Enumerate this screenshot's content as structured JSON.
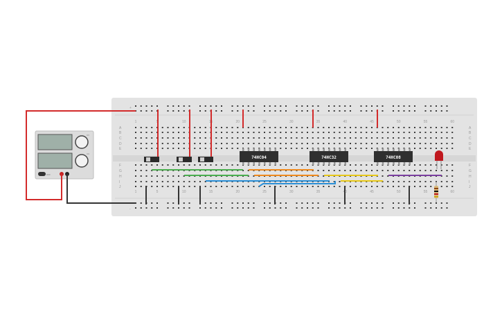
{
  "chips": [
    {
      "label": "74HC04"
    },
    {
      "label": "74HC32"
    },
    {
      "label": "74HC08"
    }
  ],
  "column_numbers": [
    "1",
    "5",
    "10",
    "15",
    "20",
    "25",
    "30",
    "35",
    "40",
    "45",
    "50",
    "55",
    "60"
  ],
  "row_letters_top": [
    "A",
    "B",
    "C",
    "D",
    "E"
  ],
  "row_letters_bottom": [
    "F",
    "G",
    "H",
    "I",
    "J"
  ],
  "rail_signs": {
    "plus": "+",
    "minus": "-"
  },
  "power_supply": {
    "knob_labels": [
      "CV",
      "CC"
    ],
    "button_label": "OFF"
  },
  "wire_colors": {
    "power": "#d32a2a",
    "ground": "#333333",
    "green": "#4caf50",
    "orange": "#ef8a1e",
    "blue": "#2b8fd6",
    "yellow": "#e8c81a",
    "purple": "#7b3fa0"
  },
  "colors": {
    "breadboard": "#e3e3e3",
    "hole": "#3a3a3a",
    "chip": "#2f2f2f",
    "led": "#c0181e"
  }
}
